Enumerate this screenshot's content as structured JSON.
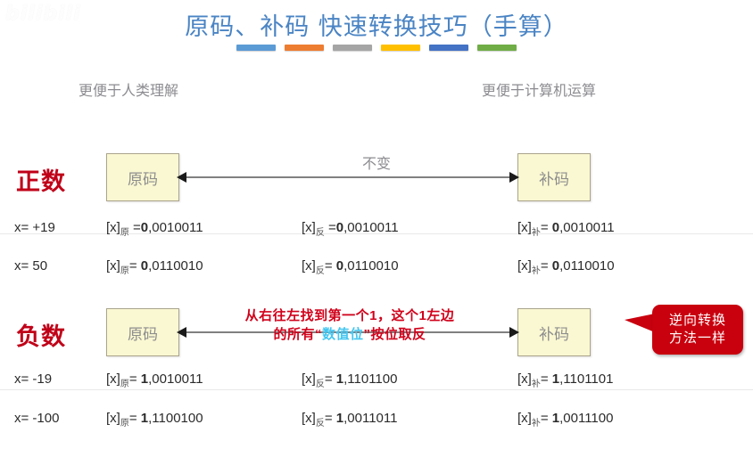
{
  "watermark": {
    "text": "bilibili"
  },
  "title": {
    "text": "原码、补码 快速转换技巧（手算）",
    "color": "#4a84c4",
    "bars": [
      {
        "name": "bar-blue-light",
        "color": "#5B9BD5"
      },
      {
        "name": "bar-orange",
        "color": "#ED7D31"
      },
      {
        "name": "bar-gray",
        "color": "#A5A5A5"
      },
      {
        "name": "bar-yellow",
        "color": "#FFC000"
      },
      {
        "name": "bar-blue-dark",
        "color": "#4472C4"
      },
      {
        "name": "bar-green",
        "color": "#70AD47"
      }
    ]
  },
  "captions": {
    "left": "更便于人类理解",
    "right": "更便于计算机运算"
  },
  "sections": {
    "positive": {
      "label": "正数",
      "label_color": "#C00018",
      "box_left": "原码",
      "box_right": "补码",
      "arrow_label": "不变",
      "rows": [
        {
          "x": "x= +19",
          "yuan": {
            "prefix": "[x]",
            "sub": "原",
            "eq": " =",
            "sign": "0",
            "bits": ",0010011"
          },
          "fan": {
            "prefix": "[x]",
            "sub": "反",
            "eq": " =",
            "sign": "0",
            "bits": ",0010011"
          },
          "bu": {
            "prefix": "[x]",
            "sub": "补",
            "eq": "= ",
            "sign": "0",
            "bits": ",0010011"
          }
        },
        {
          "x": "x= 50",
          "yuan": {
            "prefix": "[x]",
            "sub": "原",
            "eq": "= ",
            "sign": "0",
            "bits": ",0110010"
          },
          "fan": {
            "prefix": "[x]",
            "sub": "反",
            "eq": "= ",
            "sign": "0",
            "bits": ",0110010"
          },
          "bu": {
            "prefix": "[x]",
            "sub": "补",
            "eq": "= ",
            "sign": "0",
            "bits": ",0110010"
          }
        }
      ]
    },
    "negative": {
      "label": "负数",
      "label_color": "#C00018",
      "box_left": "原码",
      "box_right": "补码",
      "annotation_line1": "从右往左找到第一个1，这个1左边",
      "annotation_line2_pre": "的所有“",
      "annotation_line2_hl": "数值位",
      "annotation_line2_post": "”按位取反",
      "annotation_color": "#D0021B",
      "annotation_highlight_color": "#43C6F0",
      "rows": [
        {
          "x": "x= -19",
          "yuan": {
            "prefix": "[x]",
            "sub": "原",
            "eq": "= ",
            "sign": "1",
            "bits": ",0010011"
          },
          "fan": {
            "prefix": "[x]",
            "sub": "反",
            "eq": "= ",
            "sign": "1",
            "bits": ",1101100"
          },
          "bu": {
            "prefix": "[x]",
            "sub": "补",
            "eq": "= ",
            "sign": "1",
            "bits": ",1101101"
          }
        },
        {
          "x": "x= -100",
          "yuan": {
            "prefix": "[x]",
            "sub": "原",
            "eq": "= ",
            "sign": "1",
            "bits": ",1100100"
          },
          "fan": {
            "prefix": "[x]",
            "sub": "反",
            "eq": "= ",
            "sign": "1",
            "bits": ",0011011"
          },
          "bu": {
            "prefix": "[x]",
            "sub": "补",
            "eq": "= ",
            "sign": "1",
            "bits": ",0011100"
          }
        }
      ]
    }
  },
  "callout": {
    "line1": "逆向转换",
    "line2": "方法一样",
    "color": "#C9000E"
  }
}
